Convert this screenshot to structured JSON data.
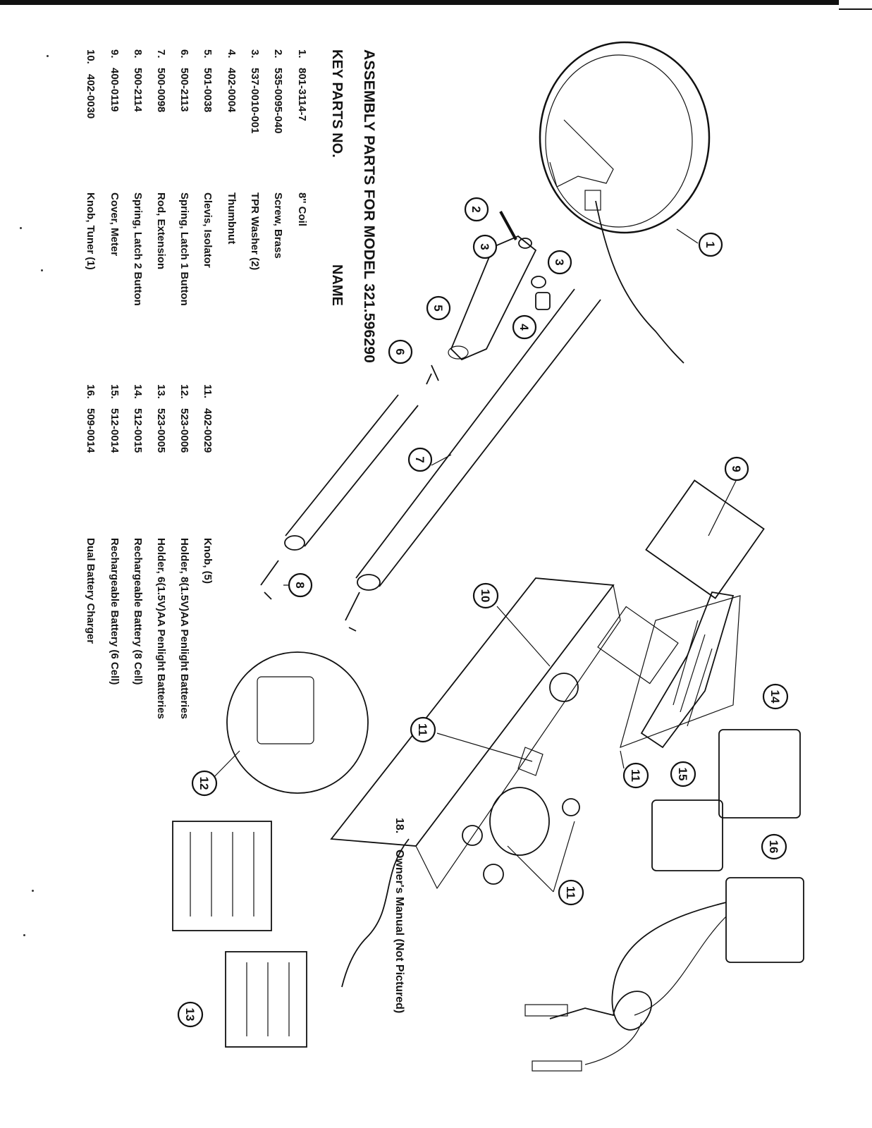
{
  "document": {
    "title": "ASSEMBLY PARTS FOR MODEL 321.596290",
    "columns": {
      "key_parts_no": "KEY PARTS NO.",
      "name": "NAME"
    },
    "parts": [
      {
        "key": "1.",
        "part_no": "801-3114-7",
        "name": "8'' Coil"
      },
      {
        "key": "2.",
        "part_no": "535-0095-040",
        "name": "Screw, Brass"
      },
      {
        "key": "3.",
        "part_no": "537-0010-001",
        "name": "TPR Washer (2)"
      },
      {
        "key": "4.",
        "part_no": "402-0004",
        "name": "Thumbnut"
      },
      {
        "key": "5.",
        "part_no": "501-0038",
        "name": "Clevis, Isolator"
      },
      {
        "key": "6.",
        "part_no": "500-2113",
        "name": "Spring, Latch 1 Button"
      },
      {
        "key": "7.",
        "part_no": "500-0098",
        "name": "Rod, Extension"
      },
      {
        "key": "8.",
        "part_no": "500-2114",
        "name": "Spring, Latch 2 Button"
      },
      {
        "key": "9.",
        "part_no": "400-0119",
        "name": "Cover, Meter"
      },
      {
        "key": "10.",
        "part_no": "402-0030",
        "name": "Knob, Tuner (1)"
      },
      {
        "key": "11.",
        "part_no": "402-0029",
        "name": "Knob, (5)"
      },
      {
        "key": "12.",
        "part_no": "523-0006",
        "name": "Holder, 8(1.5V)AA Penlight Batteries"
      },
      {
        "key": "13.",
        "part_no": "523-0005",
        "name": "Holder, 6(1.5V)AA Penlight Batteries"
      },
      {
        "key": "14.",
        "part_no": "512-0015",
        "name": "Rechargeable Battery (8 Cell)"
      },
      {
        "key": "15.",
        "part_no": "512-0014",
        "name": "Rechargeable Battery (6 Cell)"
      },
      {
        "key": "16.",
        "part_no": "509-0014",
        "name": "Dual Battery Charger"
      },
      {
        "key": "18.",
        "part_no": "",
        "name": "Owner's Manual (Not Pictured)"
      }
    ]
  },
  "diagram": {
    "callouts": [
      "1",
      "2",
      "3",
      "3",
      "4",
      "5",
      "6",
      "7",
      "8",
      "9",
      "10",
      "11",
      "11",
      "11",
      "12",
      "13",
      "14",
      "15",
      "16"
    ]
  }
}
